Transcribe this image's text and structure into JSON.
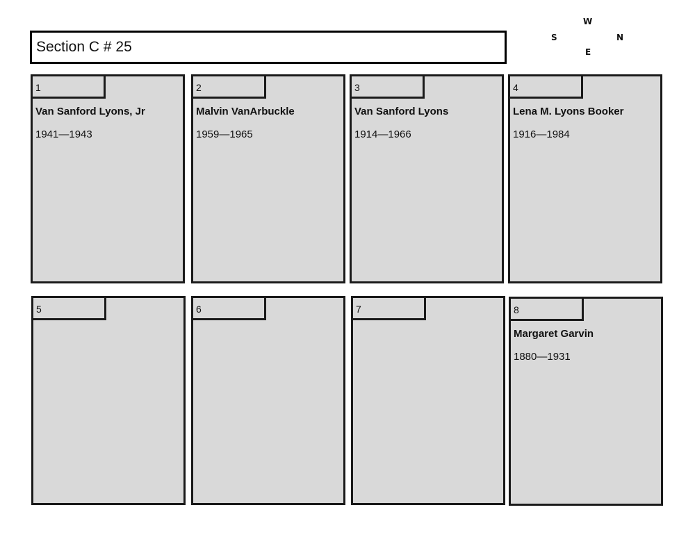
{
  "section": {
    "title": "Section C # 25"
  },
  "compass": {
    "w": "W",
    "s": "S",
    "n": "N",
    "e": "E"
  },
  "plots": [
    {
      "number": "1",
      "name": "Van Sanford Lyons, Jr",
      "dates": "1941—1943"
    },
    {
      "number": "2",
      "name": "Malvin VanArbuckle",
      "dates": "1959—1965"
    },
    {
      "number": "3",
      "name": "Van Sanford Lyons",
      "dates": "1914—1966"
    },
    {
      "number": "4",
      "name": "Lena M. Lyons Booker",
      "dates": "1916—1984"
    },
    {
      "number": "5",
      "name": "",
      "dates": ""
    },
    {
      "number": "6",
      "name": "",
      "dates": ""
    },
    {
      "number": "7",
      "name": "",
      "dates": ""
    },
    {
      "number": "8",
      "name": "Margaret Garvin",
      "dates": "1880—1931"
    }
  ]
}
